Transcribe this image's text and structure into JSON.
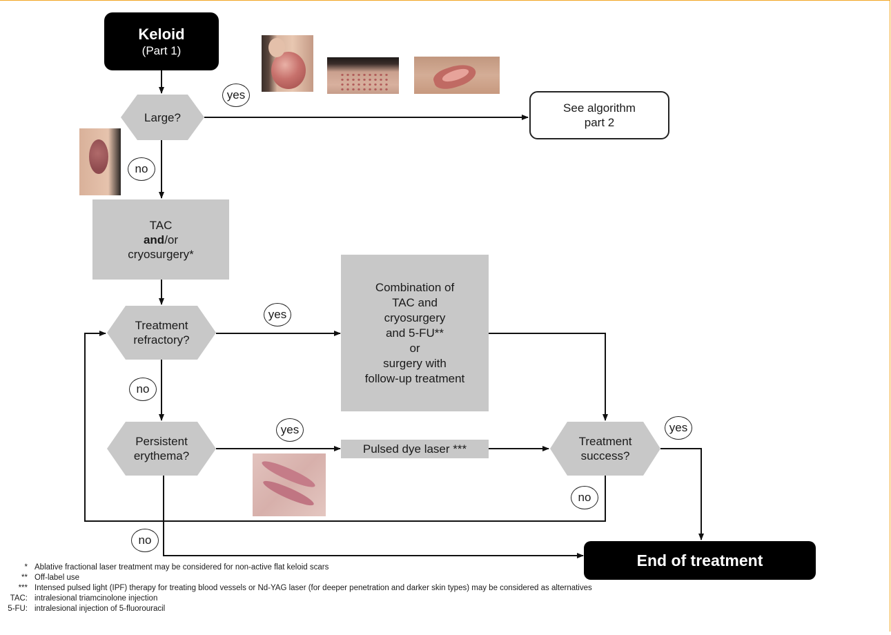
{
  "colors": {
    "decision_fill": "#c8c8c8",
    "process_fill": "#c8c8c8",
    "terminal_fill": "#000000",
    "frame": "#f2a623"
  },
  "nodes": {
    "start": {
      "title": "Keloid",
      "subtitle": "(Part 1)"
    },
    "large": "Large?",
    "see_part2": {
      "line1": "See algorithm",
      "line2": "part 2"
    },
    "tac": {
      "line1": "TAC",
      "bold": "and",
      "rest": "/or",
      "line3": "cryosurgery*"
    },
    "refractory": {
      "line1": "Treatment",
      "line2": "refractory?"
    },
    "combination": [
      "Combination of",
      "TAC and",
      "cryosurgery",
      "and 5-FU**",
      "or",
      "surgery with",
      "follow-up treatment"
    ],
    "erythema": {
      "line1": "Persistent",
      "line2": "erythema?"
    },
    "pdl": "Pulsed dye laser ***",
    "success": {
      "line1": "Treatment",
      "line2": "success?"
    },
    "end": "End of treatment"
  },
  "labels": {
    "yes": "yes",
    "no": "no"
  },
  "photos": [
    "ear-keloid-photo",
    "back-keloid-photo",
    "chest-keloid-photo",
    "small-keloid-photo",
    "erythema-scar-photo"
  ],
  "footnotes": [
    {
      "mark": "*",
      "text": "Ablative fractional laser treatment may be considered for non-active flat keloid scars"
    },
    {
      "mark": "**",
      "text": "Off-label use"
    },
    {
      "mark": "***",
      "text": "Intensed pulsed light (IPF) therapy for treating blood vessels or Nd-YAG laser (for deeper penetration and darker skin types) may be considered as alternatives"
    },
    {
      "mark": "TAC:",
      "text": "intralesional triamcinolone injection"
    },
    {
      "mark": "5-FU:",
      "text": "intralesional injection of 5-fluorouracil"
    }
  ]
}
